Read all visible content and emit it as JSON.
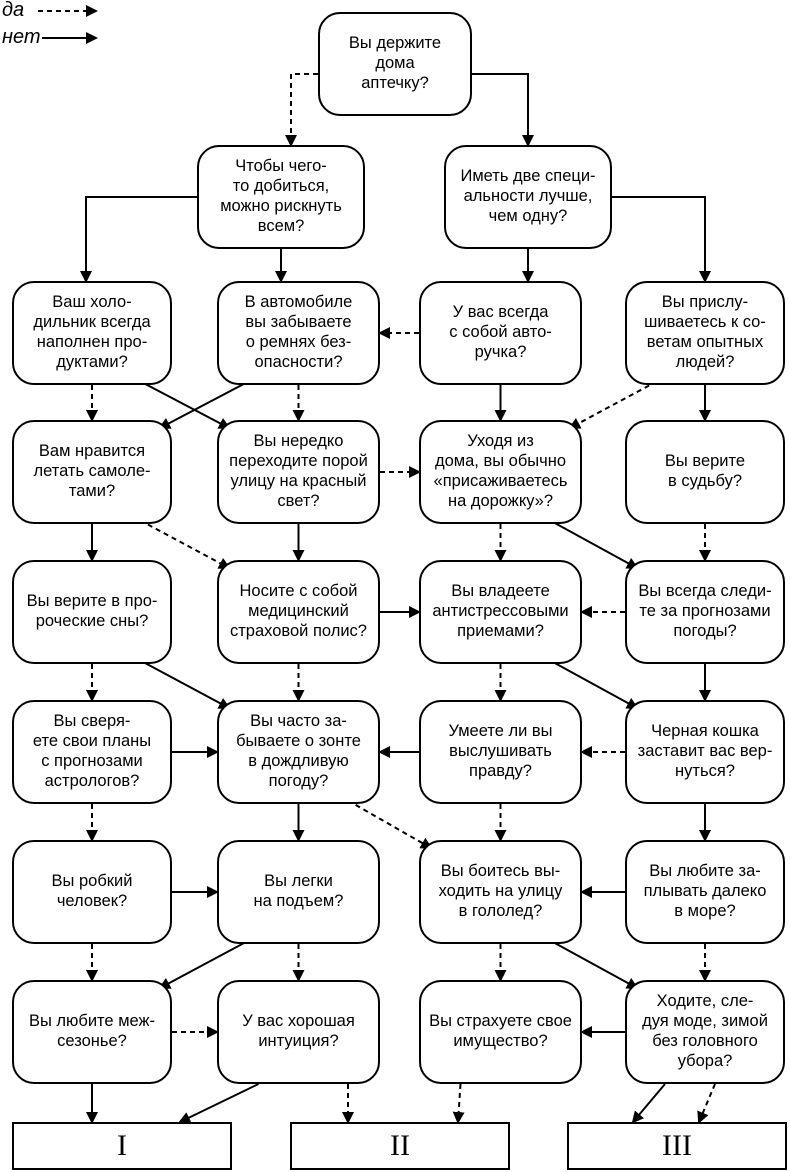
{
  "legend": {
    "yes": "да",
    "no": "нет"
  },
  "questions": {
    "q0": "Вы держите дома\nаптечку?",
    "q1": "Чтобы чего-\nто добиться,\nможно рискнуть\nвсем?",
    "q2": "Иметь две специ-\nальности лучше,\nчем одну?",
    "r1a": "Ваш холо-\nдильник всегда\nнаполнен про-\nдуктами?",
    "r1b": "В автомобиле\nвы забываете\nо ремнях без-\nопасности?",
    "r1c": "У вас всегда\nс собой авто-\nручка?",
    "r1d": "Вы прислу-\nшиваетесь к со-\nветам опытных\nлюдей?",
    "r2a": "Вам нравится\nлетать самоле-\nтами?",
    "r2b": "Вы нередко\nпереходите порой\nулицу на красный\nсвет?",
    "r2c": "Уходя из\nдома, вы обычно\n«присаживаетесь\nна дорожку»?",
    "r2d": "Вы верите\nв судьбу?",
    "r3a": "Вы верите в про-\nроческие сны?",
    "r3b": "Носите с собой\nмедицинский\nстраховой полис?",
    "r3c": "Вы владеете\nантистрессовыми\nприемами?",
    "r3d": "Вы всегда следи-\nте за прогнозами\nпогоды?",
    "r4a": "Вы сверя-\nете свои планы\nс прогнозами\nастрологов?",
    "r4b": "Вы часто за-\nбываете о зонте\nв дождливую\nпогоду?",
    "r4c": "Умеете ли вы\nвыслушивать\nправду?",
    "r4d": "Черная кошка\nзаставит вас вер-\nнуться?",
    "r5a": "Вы робкий\nчеловек?",
    "r5b": "Вы легки\nна подъем?",
    "r5c": "Вы боитесь вы-\nходить на улицу\nв гололед?",
    "r5d": "Вы любите за-\nплывать далеко\nв море?",
    "r6a": "Вы любите меж-\nсезонье?",
    "r6b": "У вас хорошая\nинтуиция?",
    "r6c": "Вы страхуете свое\nимущество?",
    "r6d": "Ходите, сле-\nдуя моде, зимой\nбез головного\nубора?"
  },
  "results": {
    "I": "I",
    "II": "II",
    "III": "III"
  },
  "edges": [
    [
      "q0",
      "q1",
      "yes"
    ],
    [
      "q0",
      "q2",
      "no"
    ],
    [
      "q1",
      "r1a",
      "no"
    ],
    [
      "q1",
      "r1b",
      "no"
    ],
    [
      "q2",
      "r1c",
      "no"
    ],
    [
      "q2",
      "r1d",
      "no"
    ],
    [
      "r1c",
      "r1b",
      "yes"
    ],
    [
      "r1a",
      "r2a",
      "yes"
    ],
    [
      "r1a",
      "r2b",
      "no"
    ],
    [
      "r1b",
      "r2a",
      "no"
    ],
    [
      "r1b",
      "r2b",
      "yes"
    ],
    [
      "r1c",
      "r2c",
      "no"
    ],
    [
      "r1d",
      "r2c",
      "yes"
    ],
    [
      "r1d",
      "r2d",
      "no"
    ],
    [
      "r2b",
      "r2c",
      "yes"
    ],
    [
      "r2a",
      "r3a",
      "no"
    ],
    [
      "r2a",
      "r3b",
      "yes"
    ],
    [
      "r2b",
      "r3b",
      "no"
    ],
    [
      "r2c",
      "r3c",
      "yes"
    ],
    [
      "r2c",
      "r3d",
      "no"
    ],
    [
      "r2d",
      "r3d",
      "yes"
    ],
    [
      "r3b",
      "r3c",
      "no"
    ],
    [
      "r3d",
      "r3c",
      "yes"
    ],
    [
      "r3a",
      "r4a",
      "yes"
    ],
    [
      "r3a",
      "r4b",
      "no"
    ],
    [
      "r3b",
      "r4b",
      "yes"
    ],
    [
      "r3c",
      "r4c",
      "yes"
    ],
    [
      "r3c",
      "r4d",
      "no"
    ],
    [
      "r3d",
      "r4d",
      "no"
    ],
    [
      "r4a",
      "r4b",
      "no"
    ],
    [
      "r4c",
      "r4b",
      "no"
    ],
    [
      "r4d",
      "r4c",
      "yes"
    ],
    [
      "r4a",
      "r5a",
      "yes"
    ],
    [
      "r4b",
      "r5b",
      "no"
    ],
    [
      "r4b",
      "r5c",
      "yes"
    ],
    [
      "r4c",
      "r5c",
      "yes"
    ],
    [
      "r4d",
      "r5d",
      "no"
    ],
    [
      "r5a",
      "r5b",
      "no"
    ],
    [
      "r5d",
      "r5c",
      "no"
    ],
    [
      "r5a",
      "r6a",
      "yes"
    ],
    [
      "r5b",
      "r6a",
      "no"
    ],
    [
      "r5b",
      "r6b",
      "yes"
    ],
    [
      "r5c",
      "r6c",
      "yes"
    ],
    [
      "r5c",
      "r6d",
      "no"
    ],
    [
      "r5d",
      "r6d",
      "yes"
    ],
    [
      "r6a",
      "r6b",
      "yes"
    ],
    [
      "r6d",
      "r6c",
      "no"
    ],
    [
      "r6a",
      "I",
      "no"
    ],
    [
      "r6b",
      "I",
      "no"
    ],
    [
      "r6b",
      "II",
      "yes"
    ],
    [
      "r6c",
      "II",
      "yes"
    ],
    [
      "r6d",
      "III",
      "no"
    ],
    [
      "r6d",
      "III",
      "yes"
    ]
  ]
}
